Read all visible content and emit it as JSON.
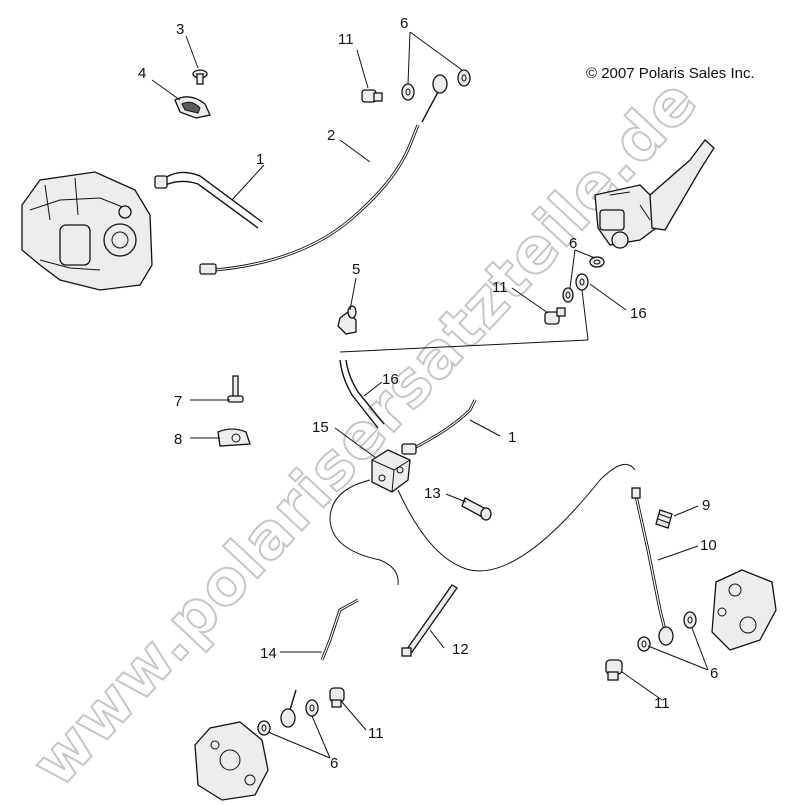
{
  "copyright": "© 2007 Polaris Sales Inc.",
  "watermark": "www.polarisersatzteile.de",
  "callouts": {
    "c1a": "1",
    "c1b": "1",
    "c2": "2",
    "c3": "3",
    "c4": "4",
    "c5": "5",
    "c6a": "6",
    "c6b": "6",
    "c6c": "6",
    "c6d": "6",
    "c7": "7",
    "c8": "8",
    "c9": "9",
    "c10": "10",
    "c11a": "11",
    "c11b": "11",
    "c11c": "11",
    "c11d": "11",
    "c12": "12",
    "c13": "13",
    "c14": "14",
    "c15": "15",
    "c16a": "16",
    "c16b": "16"
  }
}
